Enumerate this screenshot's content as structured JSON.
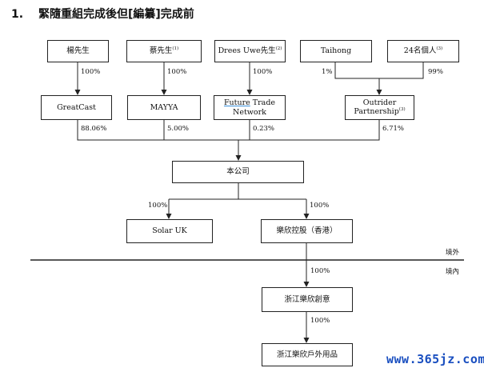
{
  "heading": {
    "number": "1.",
    "title": "緊隨重組完成後但[編纂]完成前"
  },
  "shareholders": {
    "yang": {
      "name": "楊先生"
    },
    "cai": {
      "name": "蔡先生",
      "note": "(1)"
    },
    "drees": {
      "name": "Drees Uwe先生",
      "note": "(2)"
    },
    "taihong": {
      "name": "Taihong"
    },
    "individuals": {
      "name": "24名個人",
      "note": "(3)"
    }
  },
  "holdings": {
    "greatcast": {
      "name": "GreatCast"
    },
    "mayya": {
      "name": "MAYYA"
    },
    "future": {
      "name_line1_underlined": "Future",
      "name_line1_rest": " Trade",
      "name_line2": "Network"
    },
    "outrider": {
      "name_line1": "Outrider",
      "name_line2": "Partnership",
      "note": "(3)"
    }
  },
  "company": {
    "name": "本公司"
  },
  "subsidiaries": {
    "solar_uk": {
      "name": "Solar UK"
    },
    "hk": {
      "name": "樂欣控股（香港）"
    },
    "zhejiang": {
      "name": "浙江樂欣創意"
    },
    "outdoor": {
      "name": "浙江樂欣戶外用品"
    }
  },
  "percentages": {
    "yang_greatcast": "100%",
    "cai_mayya": "100%",
    "drees_future": "100%",
    "taihong_outrider": "1%",
    "individuals_outrider": "99%",
    "greatcast_company": "88.06%",
    "mayya_company": "5.00%",
    "future_company": "0.23%",
    "outrider_company": "6.71%",
    "company_solar": "100%",
    "company_hk": "100%",
    "hk_zhejiang": "100%",
    "zhejiang_outdoor": "100%"
  },
  "jurisdiction": {
    "offshore": "境外",
    "onshore": "境內"
  },
  "watermark": "www.365jz.com"
}
